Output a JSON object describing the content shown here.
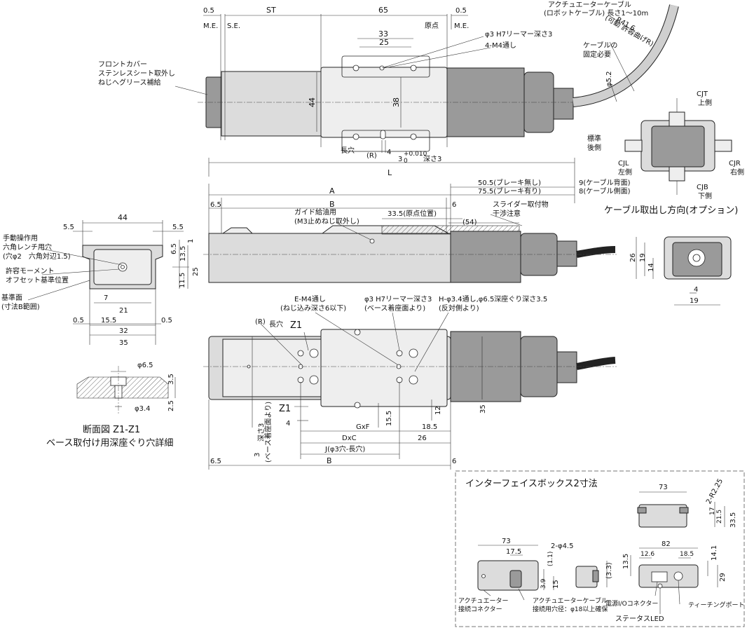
{
  "top_view": {
    "dim_me_left": "0.5",
    "me_left": "M.E.",
    "se_left": "S.E.",
    "dim_st": "ST",
    "dim_65": "65",
    "origin_label": "原点",
    "dim_me_right": "0.5",
    "me_right": "M.E.",
    "dim_33": "33",
    "dim_25": "25",
    "dim_44": "44",
    "dim_38": "38",
    "dim_4": "4",
    "dim_tol": "3",
    "tol_upper": "+0.010",
    "tol_lower": "0",
    "depth3": "深さ3",
    "reamer_note": "φ3 H7リーマー深さ3",
    "m4_note": "4-M4通し",
    "slot": "長穴",
    "r_mark": "(R)",
    "front_cover_1": "フロントカバー",
    "front_cover_2": "ステンレスシート取外し",
    "front_cover_3": "ねじへグリース補給",
    "cable_1": "アクチュエーターケーブル",
    "cable_2": "(ロボットケーブル) 長さ1～10m",
    "r416": "R41.6",
    "bend": "(可動 許容曲げR)",
    "fix_1": "ケーブルの",
    "fix_2": "固定必要",
    "phi52": "φ5.2"
  },
  "side_view": {
    "dim_L": "L",
    "dim_A": "A",
    "dim_B": "B",
    "dim_65": "6.5",
    "dim_6": "6",
    "brake_none": "50.5(ブレーキ無し)",
    "brake_with": "75.5(ブレーキ有り)",
    "cable_back": "9(ケーブル背面)",
    "cable_side": "8(ケーブル側面)",
    "guide_1": "ガイド給油用",
    "guide_2": "(M3止めねじ取外し)",
    "origin_pos": "33.5(原点位置)",
    "dim_54": "(54)",
    "slider_1": "スライダー取付物",
    "slider_2": "干渉注意"
  },
  "end_view": {
    "dim_44": "44",
    "dim_55l": "5.5",
    "dim_55r": "5.5",
    "dim_65": "6.5",
    "dim_135": "13.5",
    "dim_25": "25",
    "dim_115": "11.5",
    "dim_1": "1",
    "dim_7": "7",
    "dim_21": "21",
    "dim_05l": "0.5",
    "dim_155": "15.5",
    "dim_32": "32",
    "dim_05r": "0.5",
    "dim_35": "35",
    "hand_1": "手動操作用",
    "hand_2": "六角レンチ用穴",
    "hand_3": "(穴φ2　六角対辺1.5)",
    "moment_1": "許容モーメント",
    "moment_2": "オフセット基準位置",
    "ref_1": "基準面",
    "ref_2": "(寸法B範囲)"
  },
  "section": {
    "dim_phi65": "φ6.5",
    "dim_35": "3.5",
    "dim_phi34": "φ3.4",
    "dim_25": "2.5",
    "title_1": "断面図 Z1-Z1",
    "title_2": "ベース取付け用深座ぐり穴詳細"
  },
  "bottom_view": {
    "em4_1": "E-M4通し",
    "em4_2": "(ねじ込み深さ6以下)",
    "reamer_1": "φ3 H7リーマー深さ3",
    "reamer_2": "(ベース着座面より)",
    "h_1": "H-φ3.4通し,φ6.5深座ぐり深さ3.5",
    "h_2": "(反対側より)",
    "r_mark": "(R)",
    "slot": "長穴",
    "z1_top": "Z1",
    "z1_bottom": "Z1",
    "dim_4": "4",
    "dim_GxF": "GxF",
    "dim_155": "15.5",
    "dim_185": "18.5",
    "dim_12": "12",
    "dim_DxC": "DxC",
    "dim_26": "26",
    "dim_J": "J(φ3穴-長穴)",
    "dim_B": "B",
    "dim_65": "6.5",
    "dim_6": "6",
    "dim_35": "35",
    "depth_note_1": "3",
    "depth_note_2": "深さ3",
    "depth_note_3": "(ベース着座面より)"
  },
  "cable_options": {
    "cjt_1": "CJT",
    "cjt_2": "上側",
    "cjl_1": "CJL",
    "cjl_2": "左側",
    "cjr_1": "CJR",
    "cjr_2": "右側",
    "cjb_1": "CJB",
    "cjb_2": "下側",
    "std_1": "標準",
    "std_2": "後側",
    "title": "ケーブル取出し方向(オプション)"
  },
  "motor_end": {
    "dim_26": "26",
    "dim_19v": "19",
    "dim_14": "14",
    "dim_4": "4",
    "dim_19h": "19"
  },
  "interface_box": {
    "title": "インターフェイスボックス2寸法",
    "dim_73a": "73",
    "dim_r225": "2-R2.25",
    "dim_17": "17",
    "dim_215": "21.5",
    "dim_335": "33.5",
    "dim_73b": "73",
    "dim_175": "17.5",
    "dim_phi45": "2-φ4.5",
    "dim_11": "(1.1)",
    "dim_39": "3.9",
    "dim_15": "15",
    "dim_33": "(3.3)",
    "dim_82": "82",
    "dim_126": "12.6",
    "dim_185": "18.5",
    "dim_135": "13.5",
    "dim_141": "14.1",
    "dim_29": "29",
    "act_conn_1": "アクチュエーター",
    "act_conn_2": "接続コネクター",
    "act_cable_1": "アクチュエーターケーブル",
    "act_cable_2": "接続用穴径：φ18以上確保",
    "power": "電源I/Oコネクター",
    "teach": "ティーチングポート",
    "led": "ステータスLED"
  }
}
